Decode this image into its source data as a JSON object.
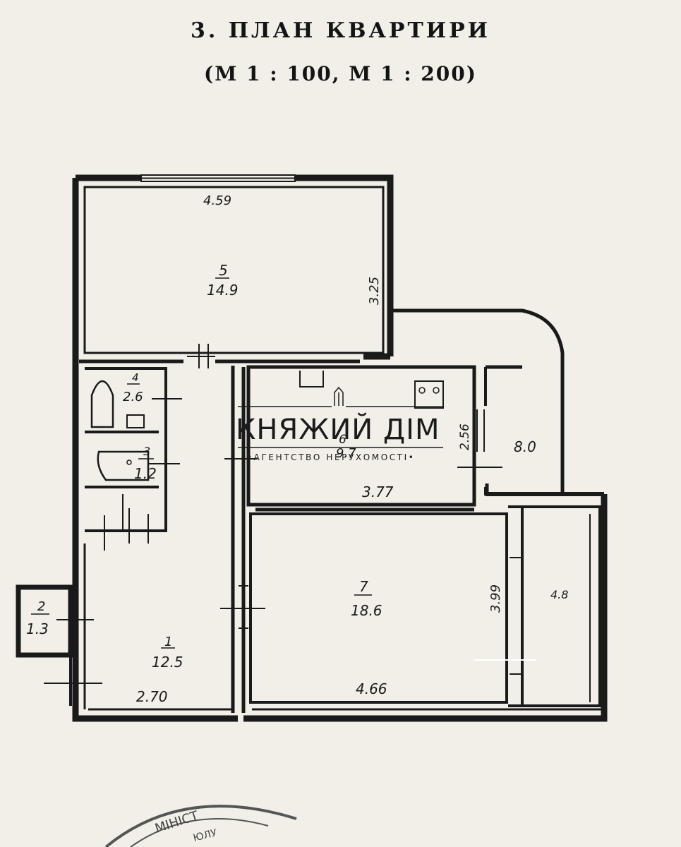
{
  "document": {
    "title": "3. ПЛАН КВАРТИРИ",
    "scale": "(М 1 : 100, М 1 : 200)"
  },
  "rooms": [
    {
      "number": "5",
      "area": "14.9"
    },
    {
      "number": "4",
      "area": "2.6"
    },
    {
      "number": "3",
      "area": "1.2"
    },
    {
      "number": "2",
      "area": "1.3"
    },
    {
      "number": "1",
      "area": "12.5"
    },
    {
      "number": "6",
      "area": "9.7"
    },
    {
      "number": "7",
      "area": "18.6"
    },
    {
      "number": "",
      "area": "8.0"
    },
    {
      "number": "",
      "area": "4.8"
    }
  ],
  "dimensions": {
    "room5_width": "4.59",
    "room5_depth": "3.25",
    "room1_width": "2.70",
    "room6_width": "3.77",
    "room6_depth": "2.56",
    "room7_width": "4.66",
    "room7_depth": "3.99"
  },
  "watermark": {
    "name": "КНЯЖИЙ ДІМ",
    "tagline": "•АГЕНТСТВО НЕРУХОМОСТІ•"
  },
  "stamp": {
    "text": "МІНІСТ",
    "text2": "ЮЛУ"
  },
  "colors": {
    "paper": "#f1efe8",
    "ink": "#1a1a1a"
  }
}
